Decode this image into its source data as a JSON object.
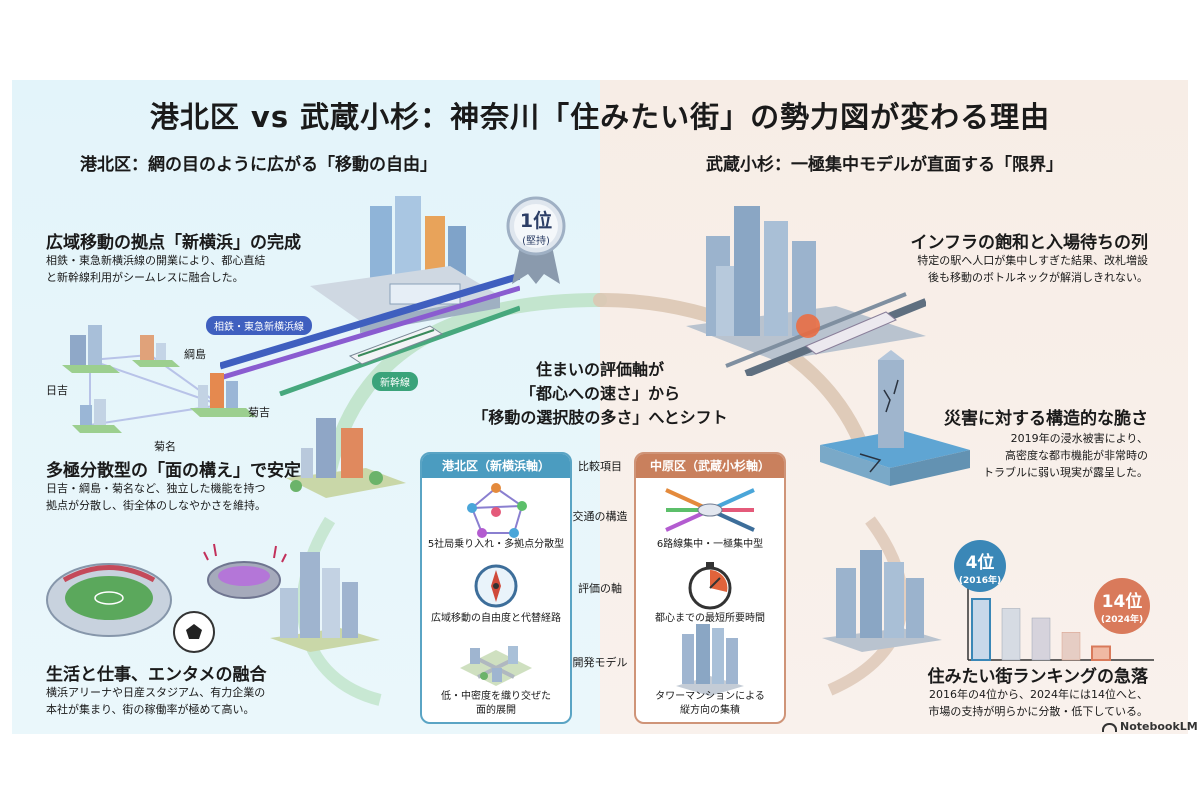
{
  "title": "港北区 vs 武蔵小杉：神奈川「住みたい街」の勢力図が変わる理由",
  "left": {
    "subtitle": "港北区：網の目のように広がる「移動の自由」",
    "sections": [
      {
        "heading": "広域移動の拠点「新横浜」の完成",
        "body": [
          "相鉄・東急新横浜線の開業により、都心直結",
          "と新幹線利用がシームレスに融合した。"
        ]
      },
      {
        "heading": "多極分散型の「面の構え」で安定",
        "body": [
          "日吉・綱島・菊名など、独立した機能を持つ",
          "拠点が分散し、街全体のしなやかさを維持。"
        ]
      },
      {
        "heading": "生活と仕事、エンタメの融合",
        "body": [
          "横浜アリーナや日産スタジアム、有力企業の",
          "本社が集まり、街の稼働率が極めて高い。"
        ]
      }
    ],
    "map_labels": {
      "hiyoshi": "日吉",
      "tsunashima": "綱島",
      "kikuna": "菊名",
      "kitta": "菊吉"
    },
    "rail_labels": {
      "sotetsu": "相鉄・東急新横浜線",
      "shinkansen": "新幹線"
    },
    "rank_badge": {
      "rank": "1位",
      "note": "(堅持)"
    }
  },
  "right": {
    "subtitle": "武蔵小杉：一極集中モデルが直面する「限界」",
    "sections": [
      {
        "heading": "インフラの飽和と入場待ちの列",
        "body": [
          "特定の駅へ人口が集中しすぎた結果、改札増設",
          "後も移動のボトルネックが解消しきれない。"
        ]
      },
      {
        "heading": "災害に対する構造的な脆さ",
        "body": [
          "2019年の浸水被害により、",
          "高密度な都市機能が非常時の",
          "トラブルに弱い現実が露呈した。"
        ]
      },
      {
        "heading": "住みたい街ランキングの急落",
        "body": [
          "2016年の4位から、2024年には14位へと、",
          "市場の支持が明らかに分散・低下している。"
        ]
      }
    ]
  },
  "center": {
    "lines": [
      "住まいの評価軸が",
      "「都心への速さ」から",
      "「移動の選択肢の多さ」へとシフト"
    ]
  },
  "comparison": {
    "left_header": "港北区（新横浜軸）",
    "right_header": "中原区（武蔵小杉軸）",
    "middle_header": "比較項目",
    "rows": [
      {
        "item": "交通の構造",
        "left": "5社局乗り入れ・多拠点分散型",
        "right": "6路線集中・一極集中型"
      },
      {
        "item": "評価の軸",
        "left": "広域移動の自由度と代替経路",
        "right": "都心までの最短所要時間"
      },
      {
        "item": "開発モデル",
        "left": [
          "低・中密度を織り交ぜた",
          "面的展開"
        ],
        "right": [
          "タワーマンションによる",
          "縦方向の集積"
        ]
      }
    ]
  },
  "chart_data": {
    "type": "bar",
    "categories": [
      "",
      "",
      "",
      "",
      ""
    ],
    "values": [
      4,
      6,
      8,
      11,
      14
    ],
    "annotations": [
      {
        "rank": "4位",
        "year": "(2016年)"
      },
      {
        "rank": "14位",
        "year": "(2024年)"
      }
    ],
    "inverted": true
  },
  "brand": "NotebookLM",
  "colors": {
    "left_accent": "#2f86a6",
    "right_accent": "#c9805d",
    "rank_bad": "#d97a5b",
    "rank_good": "#3a87b7"
  }
}
